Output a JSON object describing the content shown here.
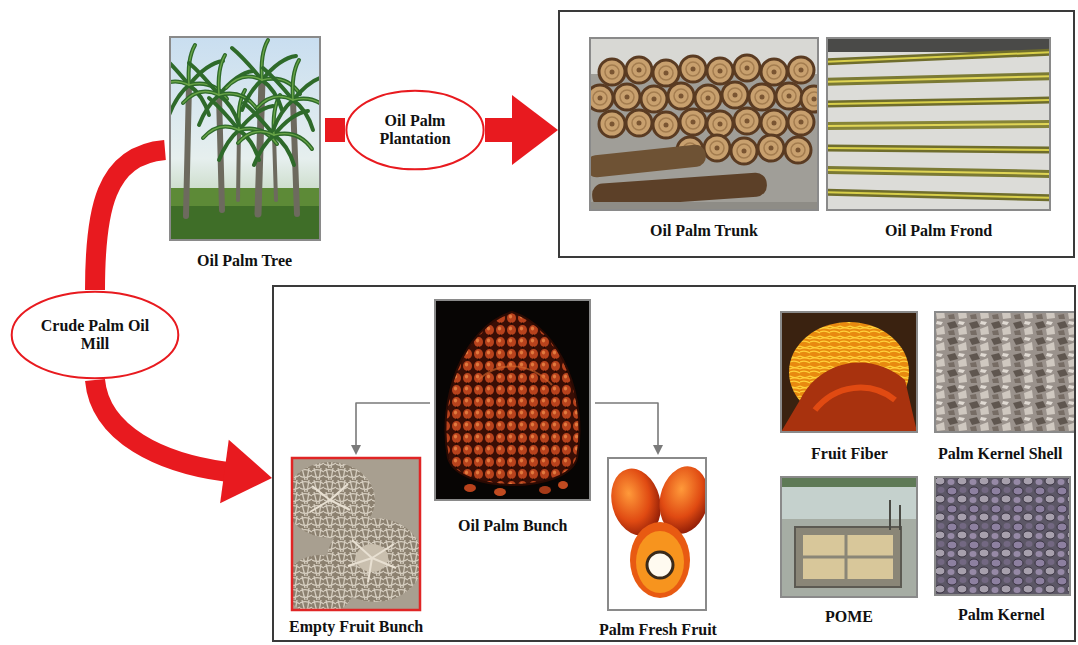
{
  "diagram": {
    "nodes": [
      {
        "text": [
          "Oil Palm Tree"
        ]
      },
      {
        "text": [
          "Oil Palm Plantation"
        ]
      },
      {
        "text": []
      },
      {
        "text": [
          "Oil Palm Trunk"
        ],
        "in": 2
      },
      {
        "text": [
          "Oil Palm Frond"
        ],
        "in": 2
      },
      {
        "text": [
          "Crude Palm Oil Mill"
        ]
      },
      {
        "text": []
      },
      {
        "text": [
          "Oil Palm Bunch"
        ],
        "in": 6
      },
      {
        "text": [
          "Empty Fruit Bunch"
        ],
        "in": 6
      },
      {
        "text": [
          "Palm Fresh Fruit"
        ],
        "in": 6
      },
      {
        "text": [
          "Fruit Fiber"
        ],
        "in": 6
      },
      {
        "text": [
          "Palm Kernel Shell"
        ],
        "in": 6
      },
      {
        "text": [
          "POME"
        ],
        "in": 6
      },
      {
        "text": [
          "Palm Kernel"
        ],
        "in": 6
      }
    ],
    "edges": [
      {
        "from": 0,
        "to": 1,
        "arrow": "none"
      },
      {
        "from": 1,
        "to": 2,
        "arrow": "to"
      },
      {
        "from": 0,
        "to": 5,
        "arrow": "none"
      },
      {
        "from": 5,
        "to": 6,
        "arrow": "to"
      },
      {
        "from": 7,
        "to": 8,
        "arrow": "to"
      },
      {
        "from": 7,
        "to": 9,
        "arrow": "to"
      }
    ]
  }
}
